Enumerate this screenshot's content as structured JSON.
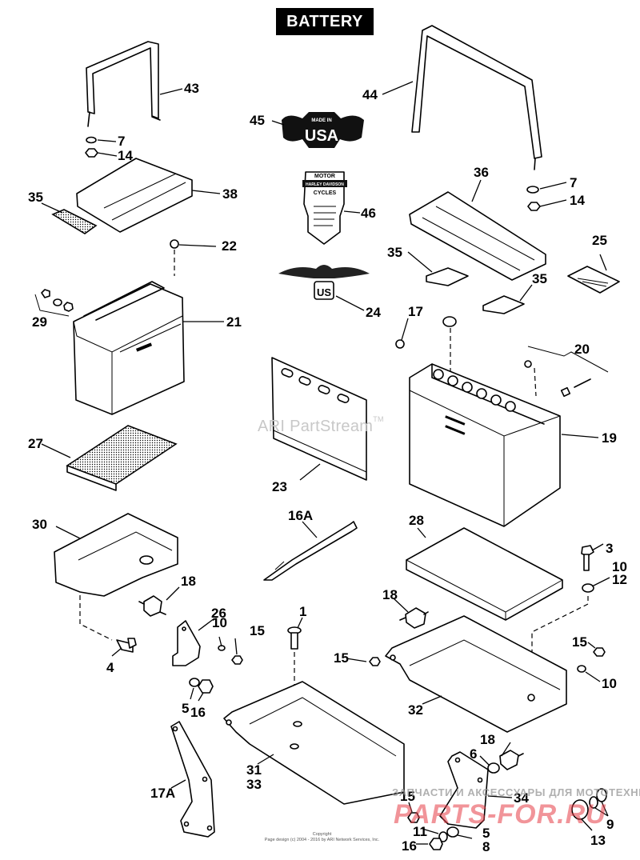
{
  "title": "BATTERY",
  "watermark": {
    "text": "ARI PartStream",
    "trademark": "TM"
  },
  "copyright": {
    "line1": "Copyright",
    "line2": "Page design (c) 2004 - 2016 by ARI Network Services, Inc."
  },
  "overlay": {
    "ru_text": "ЗАПЧАСТИ И АКСЕССУАРЫ ДЛЯ МОТОТЕХНИКИ",
    "brand": "PARTS-FOR.RU"
  },
  "callouts": [
    {
      "id": "43",
      "part": "battery-strap-left"
    },
    {
      "id": "7",
      "part": "washer-left"
    },
    {
      "id": "14",
      "part": "nut-left"
    },
    {
      "id": "35",
      "part": "pad-left"
    },
    {
      "id": "38",
      "part": "battery-cover-left"
    },
    {
      "id": "22",
      "part": "vent-fitting"
    },
    {
      "id": "29",
      "part": "terminal-bolt-kit"
    },
    {
      "id": "21",
      "part": "battery-left"
    },
    {
      "id": "27",
      "part": "battery-pad-dotted"
    },
    {
      "id": "45",
      "part": "made-in-usa-decal"
    },
    {
      "id": "46",
      "part": "harley-davidson-label"
    },
    {
      "id": "24",
      "part": "eagle-emblem"
    },
    {
      "id": "44",
      "part": "battery-strap-right"
    },
    {
      "id": "36",
      "part": "battery-cover-right"
    },
    {
      "id": "7",
      "part": "washer-right"
    },
    {
      "id": "14",
      "part": "nut-right"
    },
    {
      "id": "35",
      "part": "pad-right-a"
    },
    {
      "id": "35",
      "part": "pad-right-b"
    },
    {
      "id": "25",
      "part": "instruction-card"
    },
    {
      "id": "17",
      "part": "vent-cap-clip"
    },
    {
      "id": "20",
      "part": "terminal-bolt-kit-right"
    },
    {
      "id": "19",
      "part": "battery-right"
    },
    {
      "id": "23",
      "part": "battery-shield"
    },
    {
      "id": "28",
      "part": "battery-pad"
    },
    {
      "id": "30",
      "part": "battery-tray-left"
    },
    {
      "id": "18",
      "part": "rubber-mount-a"
    },
    {
      "id": "4",
      "part": "bolt-4"
    },
    {
      "id": "26",
      "part": "bracket-26"
    },
    {
      "id": "10",
      "part": "lockwasher-a"
    },
    {
      "id": "15",
      "part": "nut-a"
    },
    {
      "id": "5",
      "part": "washer-5a"
    },
    {
      "id": "16",
      "part": "nut-16a"
    },
    {
      "id": "16A",
      "part": "cable-strap"
    },
    {
      "id": "1",
      "part": "screw-1"
    },
    {
      "id": "3",
      "part": "bolt-3"
    },
    {
      "id": "10",
      "part": "lockwasher-b"
    },
    {
      "id": "12",
      "part": "washer-12"
    },
    {
      "id": "18",
      "part": "rubber-mount-b"
    },
    {
      "id": "15",
      "part": "nut-b"
    },
    {
      "id": "15",
      "part": "nut-c"
    },
    {
      "id": "10",
      "part": "lockwasher-c"
    },
    {
      "id": "32",
      "part": "battery-tray-right"
    },
    {
      "id": "31",
      "part": "battery-tray-bottom"
    },
    {
      "id": "33",
      "part": "battery-tray-bottom-alt"
    },
    {
      "id": "17A",
      "part": "bracket-17a"
    },
    {
      "id": "18",
      "part": "rubber-mount-c"
    },
    {
      "id": "6",
      "part": "washer-6"
    },
    {
      "id": "34",
      "part": "bracket-34"
    },
    {
      "id": "15",
      "part": "nut-d"
    },
    {
      "id": "11",
      "part": "lockwasher-11"
    },
    {
      "id": "5",
      "part": "washer-5b"
    },
    {
      "id": "8",
      "part": "washer-8"
    },
    {
      "id": "16",
      "part": "nut-16b"
    },
    {
      "id": "13",
      "part": "acorn-nut"
    },
    {
      "id": "9",
      "part": "washers-9"
    }
  ]
}
